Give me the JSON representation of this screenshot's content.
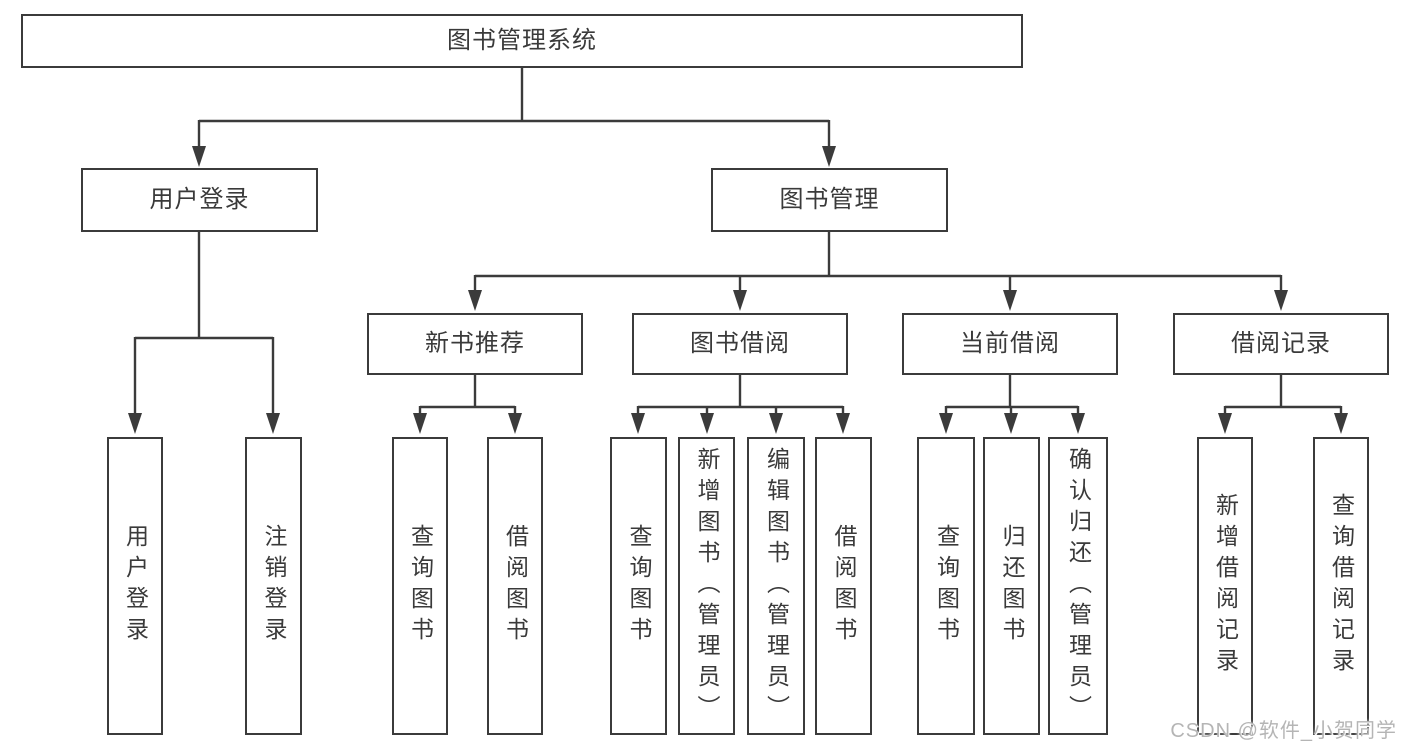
{
  "diagram": {
    "root": "图书管理系统",
    "user": {
      "label": "用户登录",
      "children": [
        "用户登录",
        "注销登录"
      ]
    },
    "book": {
      "label": "图书管理",
      "modules": [
        {
          "label": "新书推荐",
          "children": [
            "查询图书",
            "借阅图书"
          ]
        },
        {
          "label": "图书借阅",
          "children": [
            "查询图书",
            "新增图书（管理员）",
            "编辑图书（管理员）",
            "借阅图书"
          ]
        },
        {
          "label": "当前借阅",
          "children": [
            "查询图书",
            "归还图书",
            "确认归还（管理员）"
          ]
        },
        {
          "label": "借阅记录",
          "children": [
            "新增借阅记录",
            "查询借阅记录"
          ]
        }
      ]
    }
  },
  "watermark": "CSDN @软件_小贺同学",
  "colors": {
    "line": "#3b3b3b",
    "text": "#3a3a3a",
    "watermark": "#b5b5b5",
    "background": "#ffffff"
  }
}
